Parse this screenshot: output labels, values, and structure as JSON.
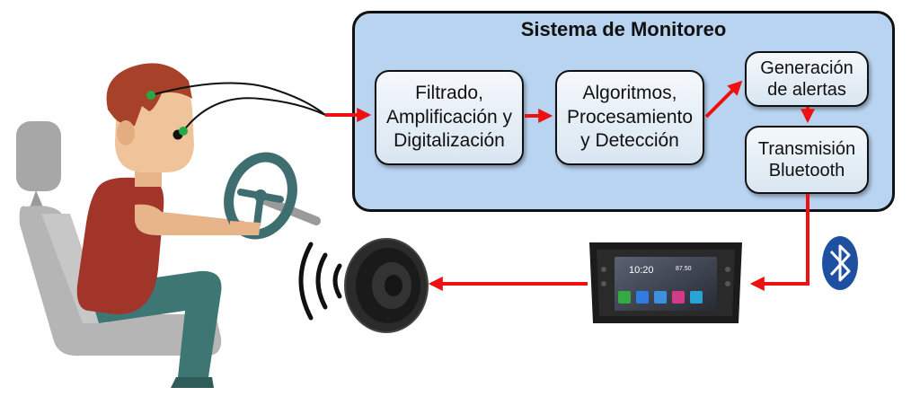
{
  "diagram": {
    "title": "Sistema de Monitoreo",
    "stages": [
      {
        "id": "filtrado",
        "label": "Filtrado,\nAmplificación y\nDigitalización"
      },
      {
        "id": "algoritmos",
        "label": "Algoritmos,\nProcesamiento\ny Detección"
      },
      {
        "id": "alertas",
        "label": "Generación\nde alertas"
      },
      {
        "id": "bluetooth",
        "label": "Transmisión\nBluetooth"
      }
    ],
    "radio": {
      "time": "10:20",
      "frequency": "87.50"
    },
    "icons": [
      "driver-figure",
      "car-seat-icon",
      "steering-wheel-icon",
      "electrode-icon",
      "car-radio-icon",
      "speaker-icon",
      "sound-waves-icon",
      "bluetooth-icon"
    ],
    "colors": {
      "panel": "#b8d4f1",
      "arrow": "#ee1111",
      "electrode": "#22aa44",
      "bluetooth": "#1f4fa0",
      "shirt": "#a1352a",
      "pants": "#3d7672",
      "wheel": "#3f6e70"
    }
  }
}
